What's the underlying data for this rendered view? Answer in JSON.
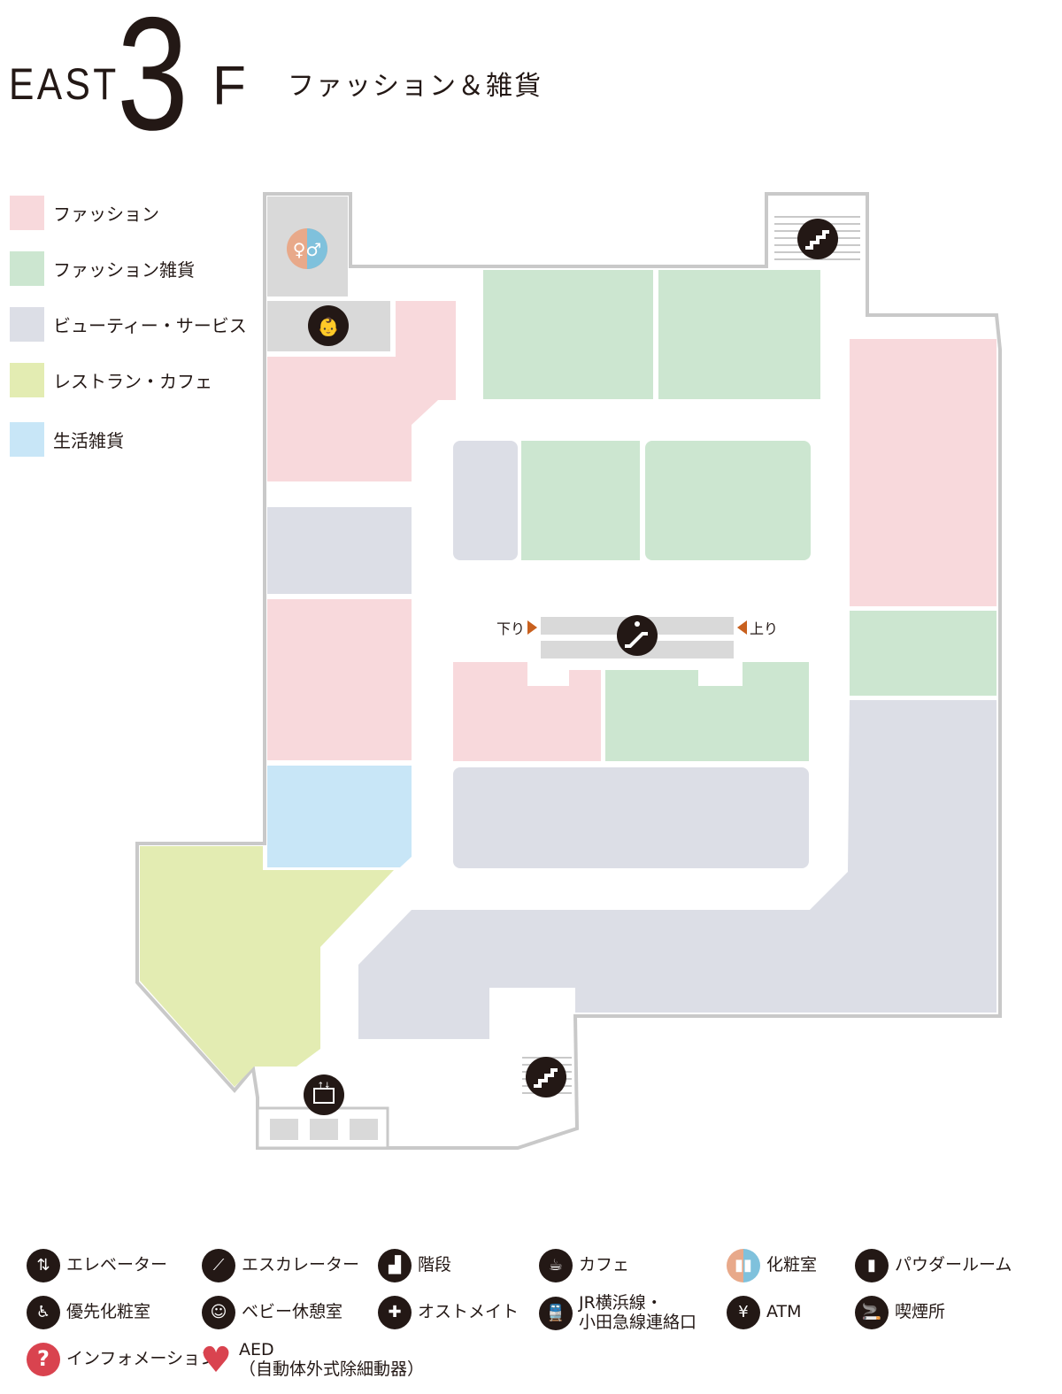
{
  "header": {
    "building": "EAST",
    "floor_number": "3",
    "floor_suffix": "F",
    "subtitle": "ファッション＆雑貨"
  },
  "categories": [
    {
      "label": "ファッション",
      "color": "#f8d9dc"
    },
    {
      "label": "ファッション雑貨",
      "color": "#cce6d0"
    },
    {
      "label": "ビューティー・サービス",
      "color": "#dcdee6"
    },
    {
      "label": "レストラン・カフェ",
      "color": "#e3ecb2"
    },
    {
      "label": "生活雑貨",
      "color": "#c8e6f7"
    }
  ],
  "escalator_labels": {
    "down": "下り",
    "up": "上り"
  },
  "facility_legend": [
    {
      "icon": "elevator-icon",
      "label": "エレベーター"
    },
    {
      "icon": "escalator-icon",
      "label": "エスカレーター"
    },
    {
      "icon": "stairs-icon",
      "label": "階段"
    },
    {
      "icon": "cafe-icon",
      "label": "カフェ"
    },
    {
      "icon": "restroom-icon",
      "label": "化粧室"
    },
    {
      "icon": "powder-room-icon",
      "label": "パウダールーム"
    },
    {
      "icon": "accessible-restroom-icon",
      "label": "優先化粧室"
    },
    {
      "icon": "baby-room-icon",
      "label": "ベビー休憩室"
    },
    {
      "icon": "ostomate-icon",
      "label": "オストメイト"
    },
    {
      "icon": "train-icon",
      "label": "JR横浜線・",
      "label2": "小田急線連絡口"
    },
    {
      "icon": "atm-icon",
      "label": "ATM"
    },
    {
      "icon": "smoking-icon",
      "label": "喫煙所"
    },
    {
      "icon": "information-icon",
      "label": "インフォメーション"
    },
    {
      "icon": "aed-icon",
      "label": "AED",
      "label2": "（自動体外式除細動器）"
    }
  ],
  "colors": {
    "outline": "#c9c9c9",
    "facility": "#d9d9d9",
    "accent_arrow": "#c8601e",
    "info_red": "#d9434f"
  }
}
